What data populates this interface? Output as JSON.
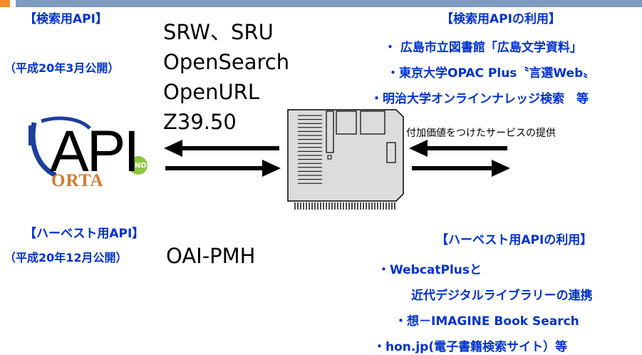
{
  "colors": {
    "label_blue": "#0033cc",
    "banner_blue": "#7f9cc0",
    "banner_orange": "#f28c28",
    "logo_blue": "#1c3f9c",
    "logo_green": "#8dc63f",
    "logo_orange": "#d9762a",
    "server_fill": "#dcdcdc"
  },
  "left": {
    "search_api_title": "【検索用API】",
    "search_api_date": "（平成20年3月公開）",
    "protocols": [
      "SRW、SRU",
      "OpenSearch",
      "OpenURL",
      "Z39.50"
    ],
    "harvest_api_title": "【ハーベスト用API】",
    "harvest_api_date": "（平成20年12月公開）",
    "harvest_protocol": "OAI-PMH"
  },
  "logo": {
    "api_text": "API",
    "orta_text": "ORTA",
    "badge_text": "NDL"
  },
  "right": {
    "search_use_title": "【検索用APIの利用】",
    "search_use_items": [
      "・ 広島市立図書館「広島文学資料」",
      "・東京大学OPAC Plus〝言選Web〟",
      "・明治大学オンラインナレッジ検索　等"
    ],
    "value_added": "付加価値をつけたサービスの提供",
    "harvest_use_title": "【ハーベスト用APIの利用】",
    "harvest_use_items": [
      "・WebcatPlusと",
      "近代デジタルライブラリーの連携",
      "・想－IMAGINE Book Search",
      "・hon.jp(電子書籍検索サイト）等"
    ]
  }
}
